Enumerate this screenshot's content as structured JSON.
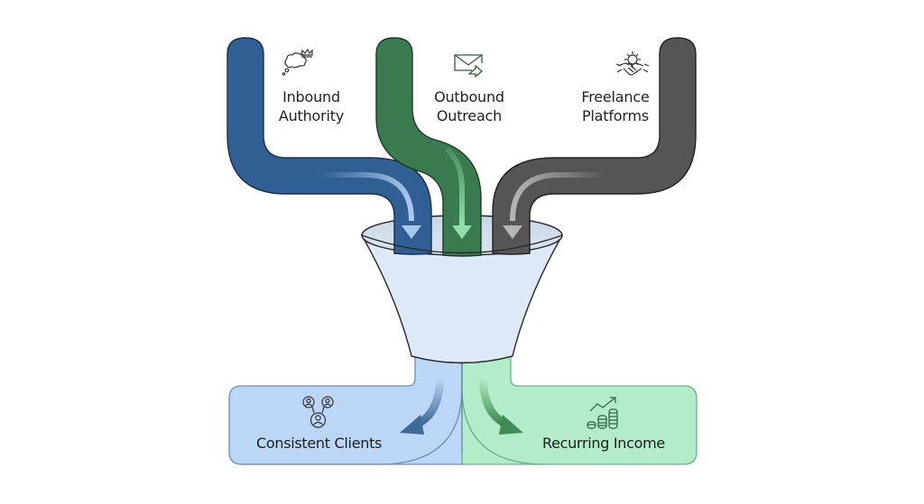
{
  "diagram": {
    "type": "funnel",
    "inputs": [
      {
        "id": "inbound",
        "line1": "Inbound",
        "line2": "Authority",
        "icon": "thought-cloud-crown-icon",
        "color": "#2f5f93"
      },
      {
        "id": "outbound",
        "line1": "Outbound",
        "line2": "Outreach",
        "icon": "envelope-send-icon",
        "color": "#3a7a4f"
      },
      {
        "id": "freelance",
        "line1": "Freelance",
        "line2": "Platforms",
        "icon": "handshake-gear-icon",
        "color": "#555555"
      }
    ],
    "funnel": {
      "color": "#dde9f7",
      "stroke": "#2a2a2a"
    },
    "outputs": [
      {
        "id": "clients",
        "label": "Consistent Clients",
        "icon": "users-network-icon",
        "color": "#bcd6f7"
      },
      {
        "id": "income",
        "label": "Recurring Income",
        "icon": "coins-growth-icon",
        "color": "#b2ecc8"
      }
    ]
  }
}
